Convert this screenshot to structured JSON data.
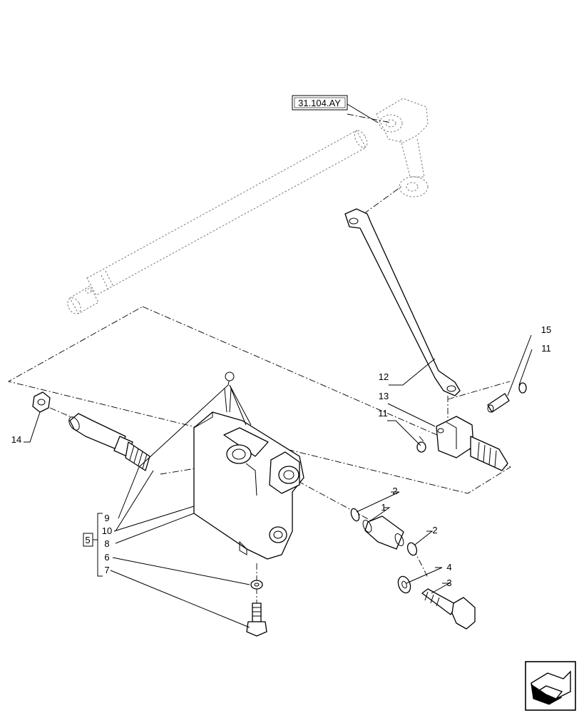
{
  "reference_tag": "31.104.AY",
  "callouts": {
    "c1": "1",
    "c2a": "2",
    "c2b": "2",
    "c3": "3",
    "c4": "4",
    "c5": "5",
    "c6": "6",
    "c7": "7",
    "c8": "8",
    "c9": "9",
    "c10": "10",
    "c11a": "11",
    "c11b": "11",
    "c12": "12",
    "c13": "13",
    "c14": "14",
    "c15": "15"
  },
  "icons": {
    "nav": "next-page-arrow-icon"
  }
}
